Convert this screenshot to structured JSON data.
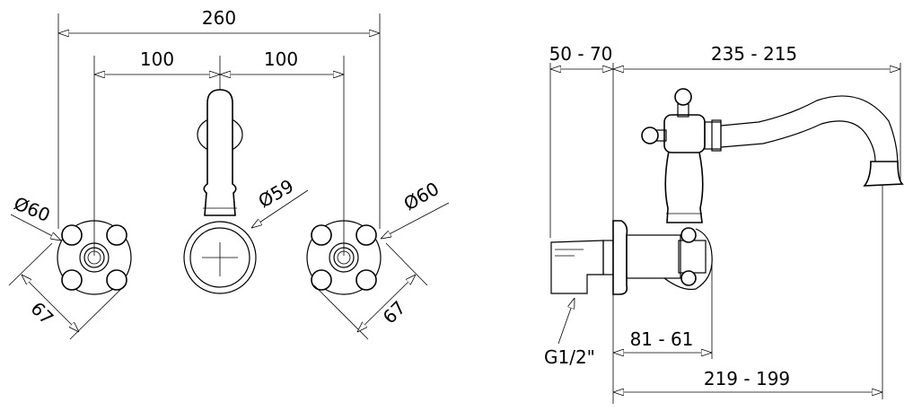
{
  "front_view": {
    "overall_width": "260",
    "left_spacing": "100",
    "right_spacing": "100",
    "left_handle_diameter": "Ø60",
    "spout_diameter": "Ø59",
    "right_handle_diameter": "Ø60",
    "left_handle_span": "67",
    "right_handle_span": "67"
  },
  "side_view": {
    "wall_depth": "50 - 70",
    "spout_reach": "235 - 215",
    "handle_projection": "81 - 61",
    "outlet_distance": "219 - 199",
    "thread": "G1/2\""
  },
  "colors": {
    "line": "#000000",
    "background": "#ffffff"
  }
}
